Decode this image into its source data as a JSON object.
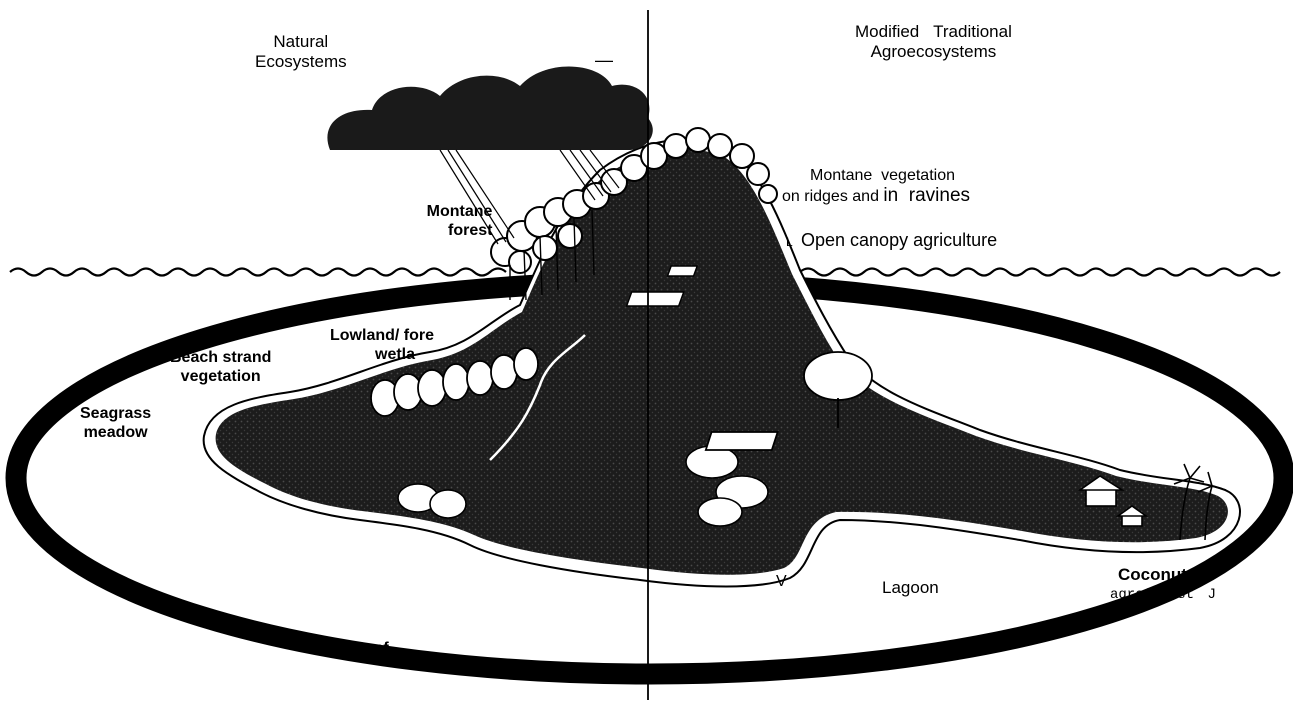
{
  "headings": {
    "left": [
      "Natural",
      "Ecosystems"
    ],
    "right": [
      "Modified   Traditional",
      "Agroecosystems"
    ]
  },
  "labels": {
    "montane_forest": [
      "Montane",
      "forest"
    ],
    "montane_vegetation": [
      "Montane  vegetation",
      "on ridges and",
      "in  ravines"
    ],
    "open_canopy": "Open canopy agriculture",
    "open_canopy_mark": "L",
    "lowland_forest": [
      "Lowland/ fore",
      "wetla"
    ],
    "beach_strand": [
      "Beach strand",
      "vegetation"
    ],
    "seagrass": [
      "Seagrass",
      "meadow"
    ],
    "lagoon": "Lagoon",
    "coconut": [
      "Coconut",
      "agroforest"
    ],
    "coconut_mark": "J",
    "reef": "Reef",
    "v_mark": "V",
    "dash_mark": "—"
  },
  "colors": {
    "ink": "#000000",
    "land": "#1e1e1e",
    "paper": "#ffffff"
  }
}
